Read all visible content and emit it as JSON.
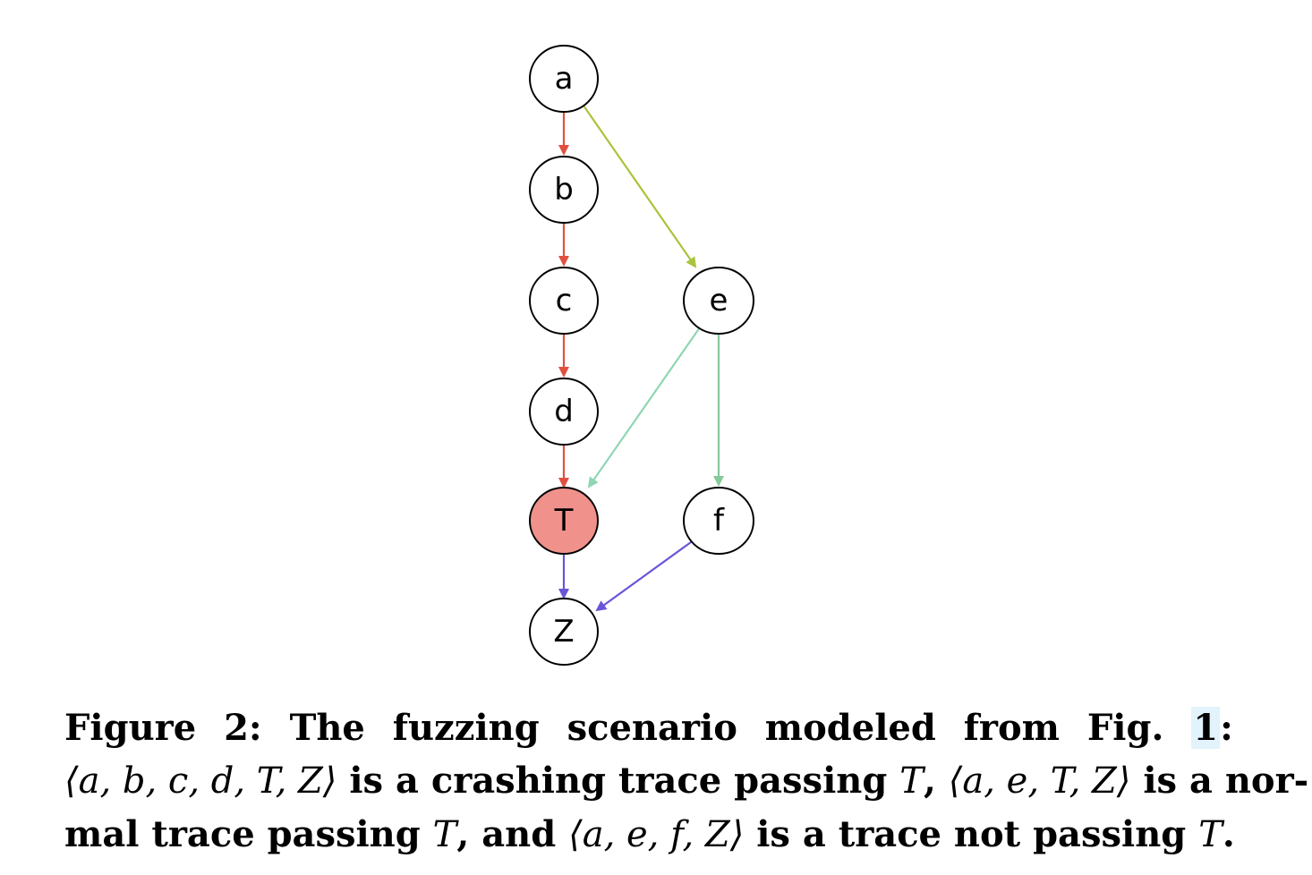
{
  "nodes": {
    "a": "a",
    "b": "b",
    "c": "c",
    "d": "d",
    "T": "T",
    "Z": "Z",
    "e": "e",
    "f": "f"
  },
  "colors": {
    "crash_edge": "#e05040",
    "a_to_e_edge": "#a8c43c",
    "e_to_T_edge": "#8fd6b4",
    "e_to_f_edge": "#86c99a",
    "to_Z_edge": "#6a55d8",
    "target_fill": "#f0918c",
    "figref_highlight": "#e2f3fb"
  },
  "caption": {
    "line1": {
      "w1": "Figure",
      "w2": "2:",
      "w3": "The",
      "w4": "fuzzing",
      "w5": "scenario",
      "w6": "modeled",
      "w7": "from",
      "w8": "Fig.",
      "ref": "1",
      "ref_suffix": ":"
    },
    "line2": {
      "trace1": "⟨a, b, c, d, T, Z⟩",
      "text1": " is a crashing trace passing ",
      "T1": "T",
      "sep1": ", ",
      "trace2": "⟨a, e, T, Z⟩",
      "text2": " is a nor-"
    },
    "line3": {
      "text1": "mal trace passing ",
      "T2": "T",
      "text2": ", and ",
      "trace3": "⟨a, e, f, Z⟩",
      "text3": " is a trace not passing ",
      "T3": "T",
      "end": "."
    }
  }
}
